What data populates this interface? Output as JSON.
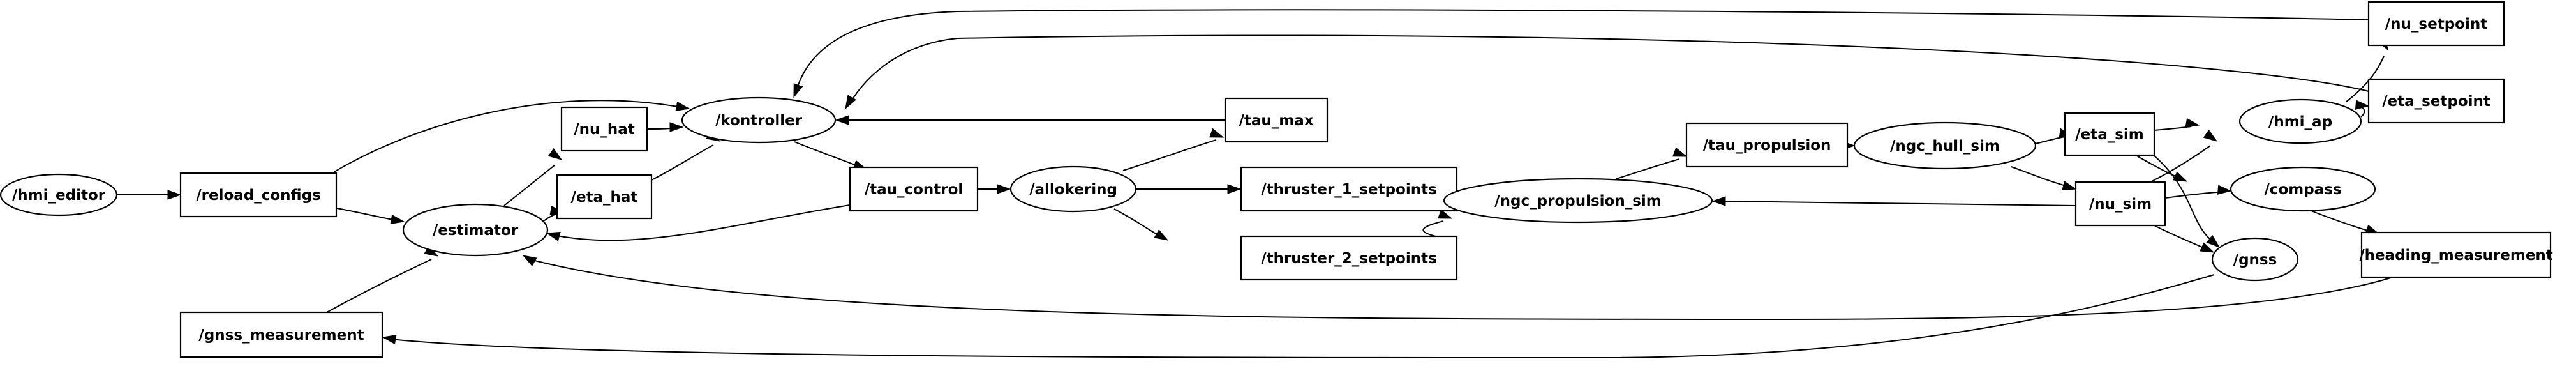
{
  "graph": {
    "nodes": [
      {
        "id": "hmi_editor",
        "label": "/hmi_editor",
        "shape": "ellipse"
      },
      {
        "id": "reload_configs",
        "label": "/reload_configs",
        "shape": "box"
      },
      {
        "id": "gnss_measurement",
        "label": "/gnss_measurement",
        "shape": "box"
      },
      {
        "id": "estimator",
        "label": "/estimator",
        "shape": "ellipse"
      },
      {
        "id": "nu_hat",
        "label": "/nu_hat",
        "shape": "box"
      },
      {
        "id": "eta_hat",
        "label": "/eta_hat",
        "shape": "box"
      },
      {
        "id": "kontroller",
        "label": "/kontroller",
        "shape": "ellipse"
      },
      {
        "id": "tau_control",
        "label": "/tau_control",
        "shape": "box"
      },
      {
        "id": "allokering",
        "label": "/allokering",
        "shape": "ellipse"
      },
      {
        "id": "tau_max",
        "label": "/tau_max",
        "shape": "box"
      },
      {
        "id": "thruster_1_setpoints",
        "label": "/thruster_1_setpoints",
        "shape": "box"
      },
      {
        "id": "thruster_2_setpoints",
        "label": "/thruster_2_setpoints",
        "shape": "box"
      },
      {
        "id": "ngc_propulsion_sim",
        "label": "/ngc_propulsion_sim",
        "shape": "ellipse"
      },
      {
        "id": "tau_propulsion",
        "label": "/tau_propulsion",
        "shape": "box"
      },
      {
        "id": "ngc_hull_sim",
        "label": "/ngc_hull_sim",
        "shape": "ellipse"
      },
      {
        "id": "eta_sim",
        "label": "/eta_sim",
        "shape": "box"
      },
      {
        "id": "nu_sim",
        "label": "/nu_sim",
        "shape": "box"
      },
      {
        "id": "hmi_ap",
        "label": "/hmi_ap",
        "shape": "ellipse"
      },
      {
        "id": "compass",
        "label": "/compass",
        "shape": "ellipse"
      },
      {
        "id": "gnss",
        "label": "/gnss",
        "shape": "ellipse"
      },
      {
        "id": "nu_setpoint",
        "label": "/nu_setpoint",
        "shape": "box"
      },
      {
        "id": "eta_setpoint",
        "label": "/eta_setpoint",
        "shape": "box"
      },
      {
        "id": "heading_measurement",
        "label": "/heading_measurement",
        "shape": "box"
      }
    ],
    "edges": [
      {
        "from": "hmi_editor",
        "to": "reload_configs"
      },
      {
        "from": "reload_configs",
        "to": "kontroller"
      },
      {
        "from": "reload_configs",
        "to": "estimator"
      },
      {
        "from": "gnss_measurement",
        "to": "estimator"
      },
      {
        "from": "estimator",
        "to": "nu_hat"
      },
      {
        "from": "estimator",
        "to": "eta_hat"
      },
      {
        "from": "nu_hat",
        "to": "kontroller"
      },
      {
        "from": "eta_hat",
        "to": "kontroller"
      },
      {
        "from": "kontroller",
        "to": "tau_control"
      },
      {
        "from": "tau_control",
        "to": "allokering"
      },
      {
        "from": "tau_control",
        "to": "estimator"
      },
      {
        "from": "tau_max",
        "to": "kontroller"
      },
      {
        "from": "allokering",
        "to": "tau_max"
      },
      {
        "from": "allokering",
        "to": "thruster_1_setpoints"
      },
      {
        "from": "allokering",
        "to": "thruster_2_setpoints"
      },
      {
        "from": "thruster_1_setpoints",
        "to": "ngc_propulsion_sim"
      },
      {
        "from": "thruster_2_setpoints",
        "to": "ngc_propulsion_sim"
      },
      {
        "from": "ngc_propulsion_sim",
        "to": "tau_propulsion"
      },
      {
        "from": "tau_propulsion",
        "to": "ngc_hull_sim"
      },
      {
        "from": "ngc_hull_sim",
        "to": "eta_sim"
      },
      {
        "from": "ngc_hull_sim",
        "to": "nu_sim"
      },
      {
        "from": "nu_sim",
        "to": "ngc_propulsion_sim"
      },
      {
        "from": "eta_sim",
        "to": "hmi_ap"
      },
      {
        "from": "eta_sim",
        "to": "compass"
      },
      {
        "from": "nu_sim",
        "to": "hmi_ap"
      },
      {
        "from": "nu_sim",
        "to": "compass"
      },
      {
        "from": "nu_sim",
        "to": "gnss"
      },
      {
        "from": "eta_sim",
        "to": "gnss"
      },
      {
        "from": "hmi_ap",
        "to": "nu_setpoint"
      },
      {
        "from": "hmi_ap",
        "to": "eta_setpoint"
      },
      {
        "from": "nu_setpoint",
        "to": "kontroller"
      },
      {
        "from": "eta_setpoint",
        "to": "kontroller"
      },
      {
        "from": "compass",
        "to": "heading_measurement"
      },
      {
        "from": "heading_measurement",
        "to": "estimator"
      },
      {
        "from": "gnss",
        "to": "gnss_measurement"
      }
    ]
  }
}
